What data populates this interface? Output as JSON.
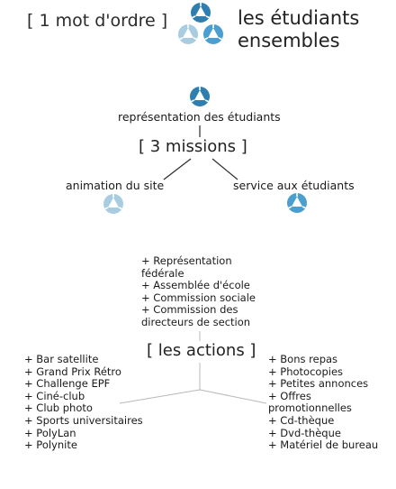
{
  "header": {
    "motto": "[ 1 mot d'ordre ]",
    "title_line1": "les étudiants",
    "title_line2": "ensembles"
  },
  "center_label": "représentation des étudiants",
  "missions_label": "[ 3 missions ]",
  "left_mission": "animation du site",
  "right_mission": "service aux étudiants",
  "actions_label": "[ les actions ]",
  "center_actions": [
    "+ Représentation fédérale",
    "+ Assemblée d'école",
    "+ Commission sociale",
    "+ Commission des directeurs de section"
  ],
  "left_actions": [
    "+ Bar satellite",
    "+ Grand Prix Rétro",
    "+ Challenge EPF",
    "+ Ciné-club",
    "+ Club photo",
    "+ Sports universitaires",
    "+ PolyLan",
    "+ Polynite"
  ],
  "right_actions": [
    "+ Bons repas",
    "+ Photocopies",
    "+ Petites annonces",
    "+ Offres promotionnelles",
    "+ Cd-thèque",
    "+ Dvd-thèque",
    "+ Matériel  de bureau"
  ],
  "colors": {
    "dark_blue": "#2e7fb0",
    "mid_blue": "#4a9fd0",
    "light_blue": "#a9cde0",
    "line": "#2a2a2a",
    "light_line": "#b8b8b8"
  },
  "icons": {
    "logo": "three-petal-logo-icon",
    "top_node": "petal-dark-icon",
    "left_node": "petal-light-icon",
    "right_node": "petal-mid-icon"
  }
}
